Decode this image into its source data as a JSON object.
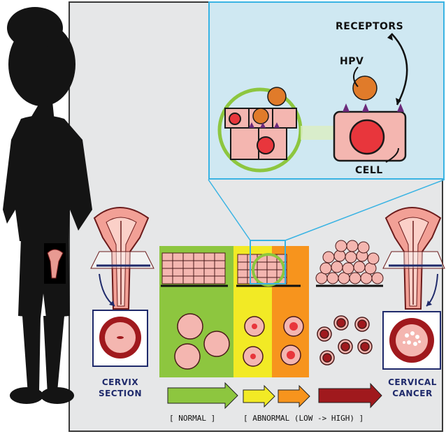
{
  "labels": {
    "receptors": "RECEPTORS",
    "hpv": "HPV",
    "cell": "CELL",
    "cervix_section_line1": "CERVIX",
    "cervix_section_line2": "SECTION",
    "cervical_cancer_line1": "CERVICAL",
    "cervical_cancer_line2": "CANCER",
    "normal": "[ NORMAL ]",
    "abnormal": "[ ABNORMAL (LOW -> HIGH) ]"
  },
  "colors": {
    "normal": "#8dc63f",
    "abnormal_low": "#f2ea25",
    "abnormal_high": "#f7941d",
    "cancer_arrow": "#a0191d",
    "cell_pink": "#f4b6b0",
    "nucleus": "#e8363c",
    "navy": "#1f2a6b",
    "zoom_blue": "#39b3e3",
    "silhouette": "#141414"
  }
}
